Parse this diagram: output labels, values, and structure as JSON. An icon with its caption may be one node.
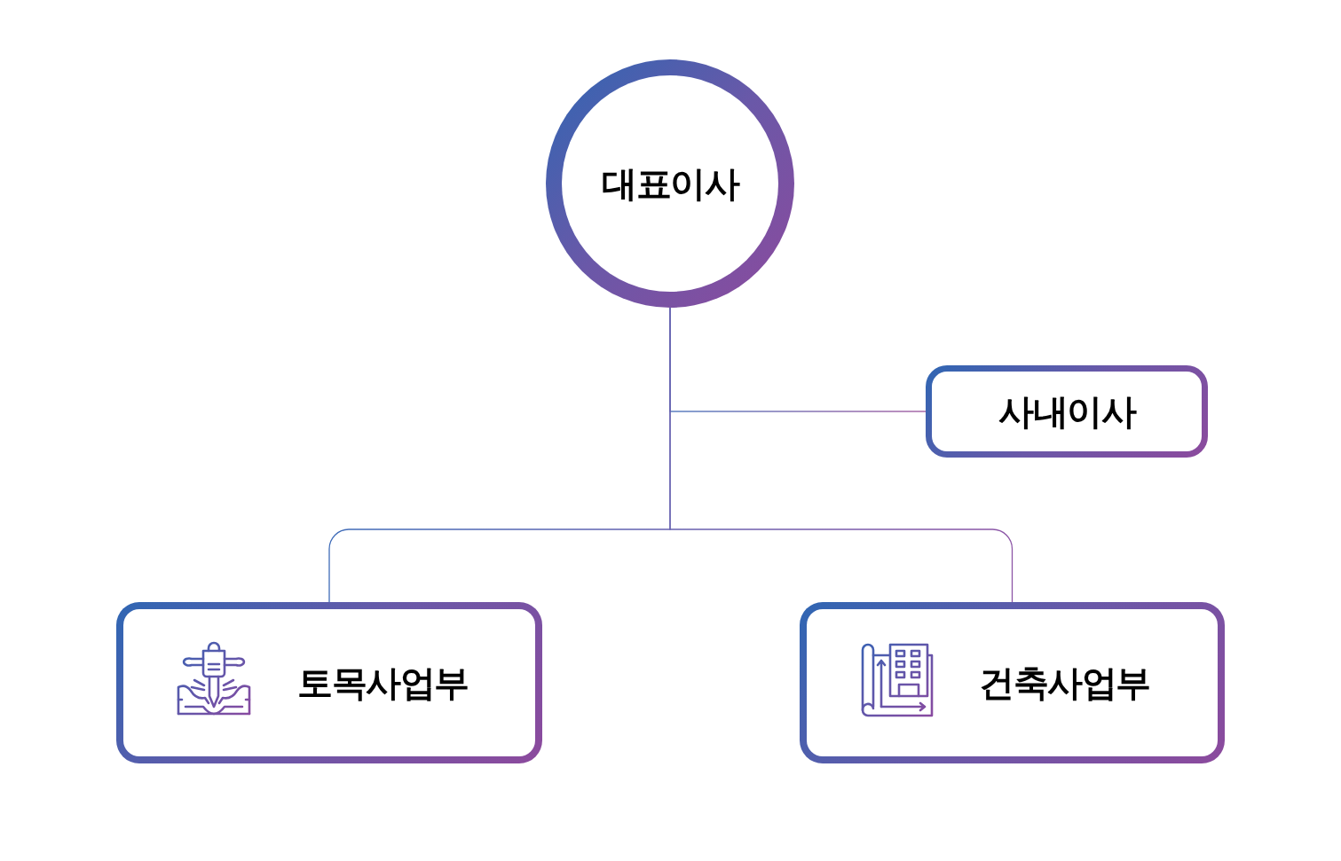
{
  "diagram": {
    "nodes": [
      {
        "text": [
          "대표이사"
        ]
      },
      {
        "text": [
          "사내이사"
        ]
      },
      {
        "text": [
          "토목사업부"
        ]
      },
      {
        "text": [
          "건축사업부"
        ]
      }
    ],
    "edges": [
      {
        "from": 0,
        "to": 1,
        "arrow": "none"
      },
      {
        "from": 0,
        "to": 2,
        "arrow": "none"
      },
      {
        "from": 0,
        "to": 3,
        "arrow": "none"
      }
    ]
  }
}
